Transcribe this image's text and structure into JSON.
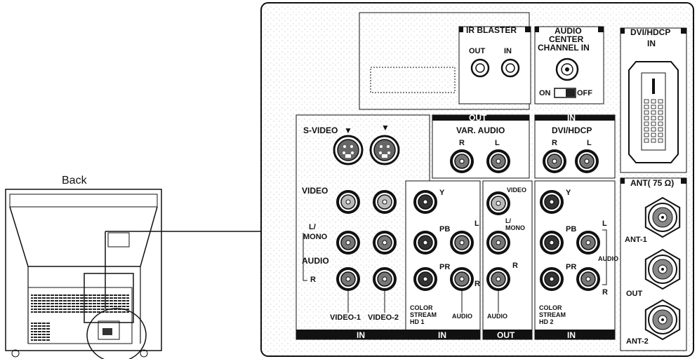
{
  "tv_label": "Back",
  "ir_blaster": {
    "title": "IR BLASTER",
    "out": "OUT",
    "in": "IN"
  },
  "audio_center": {
    "title_line1": "AUDIO",
    "title_line2": "CENTER",
    "title_line3": "CHANNEL IN",
    "on": "ON",
    "off": "OFF"
  },
  "dvi_panel": {
    "title": "DVI/HDCP",
    "sub": "IN"
  },
  "out_group": {
    "title": "OUT",
    "sub": "VAR. AUDIO",
    "r": "R",
    "l": "L"
  },
  "in_dvi_group": {
    "title": "IN",
    "sub": "DVI/HDCP",
    "r": "R",
    "l": "L"
  },
  "left_group": {
    "svideo": "S-VIDEO",
    "video": "VIDEO",
    "l_mono_1": "L/",
    "l_mono_2": "MONO",
    "audio": "AUDIO",
    "r": "R",
    "video1": "VIDEO-1",
    "video2": "VIDEO-2",
    "footer": "IN"
  },
  "cs1": {
    "y": "Y",
    "pb": "PB",
    "pr": "PR",
    "l": "L",
    "r": "R",
    "label1": "COLOR",
    "label2": "STREAM",
    "label3": "HD  1",
    "audio": "AUDIO",
    "footer": "IN"
  },
  "out_col": {
    "video": "VIDEO",
    "l_mono_1": "L/",
    "l_mono_2": "MONO",
    "r": "R",
    "audio": "AUDIO",
    "footer": "OUT"
  },
  "cs2": {
    "y": "Y",
    "pb": "PB",
    "pr": "PR",
    "l": "L",
    "r": "R",
    "label1": "COLOR",
    "label2": "STREAM",
    "label3": "HD  2",
    "audio": "AUDIO",
    "footer": "IN"
  },
  "ant": {
    "title": "ANT( 75 Ω)",
    "ant1": "ANT-1",
    "out": "OUT",
    "ant2": "ANT-2"
  }
}
